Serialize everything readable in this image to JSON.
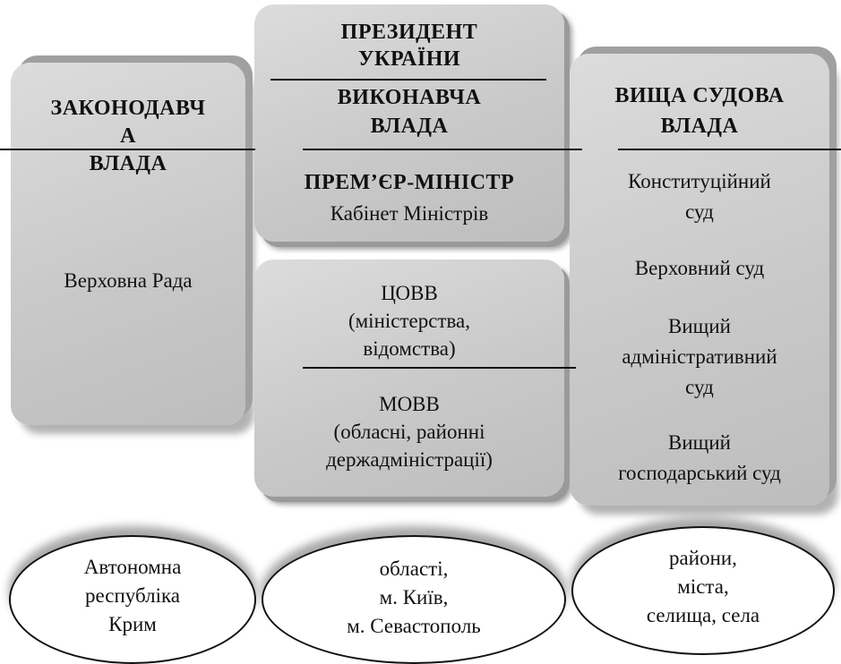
{
  "legislative": {
    "title": "ЗАКОНОДАВЧ\nА\nВЛАДА",
    "body": "Верховна Рада"
  },
  "executive": {
    "president": "ПРЕЗИДЕНТ\nУКРАЇНИ",
    "branch": "ВИКОНАВЧА\nВЛАДА",
    "pm": "ПРЕМ’ЄР-МІНІСТР",
    "cabinet": "Кабінет Міністрів",
    "central": "ЦОВВ\n(міністерства,\nвідомства)",
    "local": "МОВВ\n(обласні, районні\nдержадміністрації)"
  },
  "judicial": {
    "title": "ВИЩА СУДОВА\nВЛАДА",
    "courts": [
      "Конституційний\nсуд",
      "Верховний суд",
      "Вищий\nадміністративний\nсуд",
      "Вищий\nгосподарський суд"
    ]
  },
  "regions": [
    "Автономна\nреспубліка\nКрим",
    "області,\nм. Київ,\nм. Севастополь",
    "райони,\nміста,\nселища, села"
  ]
}
